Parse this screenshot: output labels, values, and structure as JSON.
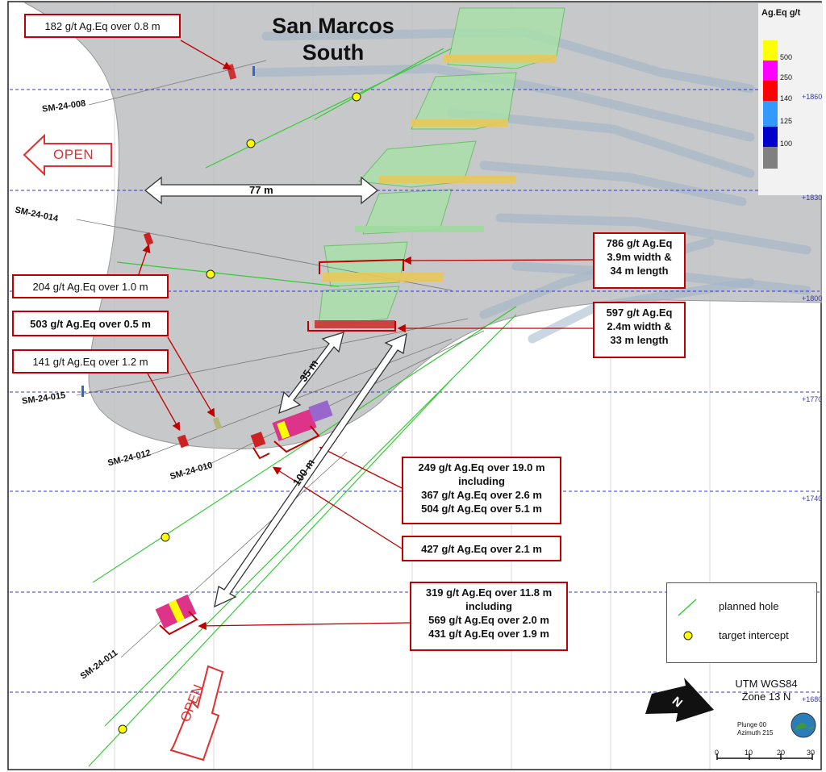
{
  "title": "San Marcos\nSouth",
  "legend_scale": {
    "title": "Ag.Eq g/t",
    "items": [
      {
        "label": "500",
        "color": "#ffff00"
      },
      {
        "label": "250",
        "color": "#ff00ff"
      },
      {
        "label": "140",
        "color": "#ff0000"
      },
      {
        "label": "125",
        "color": "#3399ff"
      },
      {
        "label": "100",
        "color": "#0000cc"
      },
      {
        "label": "",
        "color": "#808080"
      }
    ]
  },
  "legend": {
    "planned_hole": "planned hole",
    "target_intercept": "target intercept"
  },
  "elevations": [
    "+1860",
    "+1830",
    "+1800",
    "+1770",
    "+1740",
    "+1680"
  ],
  "holes": [
    "SM-24-008",
    "SM-24-014",
    "SM-24-015",
    "SM-24-012",
    "SM-24-010",
    "SM-24-011"
  ],
  "open_labels": [
    "OPEN",
    "OPEN"
  ],
  "distances": {
    "d77": "77 m",
    "d35": "35 m",
    "d100": "100 m"
  },
  "callouts": {
    "c1": "182 g/t Ag.Eq over 0.8 m",
    "c2": "204 g/t Ag.Eq over 1.0 m",
    "c3": "503 g/t Ag.Eq over 0.5 m",
    "c4": "141 g/t Ag.Eq over 1.2 m",
    "c5_l1": "786 g/t Ag.Eq",
    "c5_l2": "3.9m width &",
    "c5_l3": "34 m length",
    "c6_l1": "597 g/t Ag.Eq",
    "c6_l2": "2.4m width &",
    "c6_l3": "33 m length",
    "c7_l1": "249 g/t Ag.Eq over 19.0 m",
    "c7_l2": "including",
    "c7_l3": "367 g/t Ag.Eq over 2.6 m",
    "c7_l4": "504 g/t Ag.Eq over 5.1 m",
    "c8": "427 g/t Ag.Eq over 2.1 m",
    "c9_l1": "319 g/t Ag.Eq over 11.8 m",
    "c9_l2": "including",
    "c9_l3": "569 g/t Ag.Eq over 2.0 m",
    "c9_l4": "431 g/t Ag.Eq over 1.9 m"
  },
  "projection": {
    "line1": "UTM WGS84",
    "line2": "Zone 13 N",
    "north": "N",
    "plunge": "Plunge 00",
    "azimuth": "Azimuth 215"
  },
  "scale_bar": [
    "0",
    "10",
    "20",
    "30"
  ],
  "colors": {
    "callout_border": "#c00000",
    "planned_hole": "#33cc33",
    "target_fill": "#ffff00",
    "level_line": "#3333dd",
    "body_gray": "#bcbec0"
  }
}
